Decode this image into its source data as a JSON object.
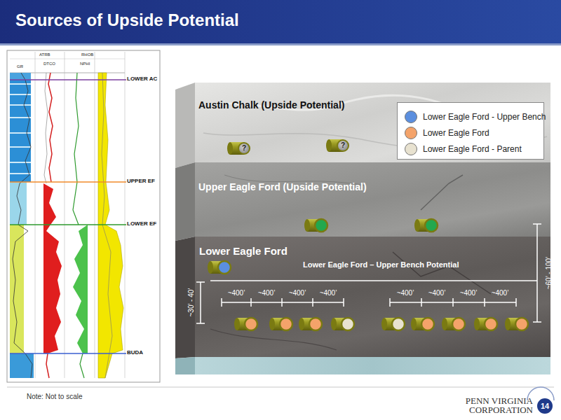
{
  "diagram": {
    "title": "Sources of Upside Potential",
    "nodes": [
      {
        "text": [
          "Austin Chalk (Upside Potential)"
        ]
      },
      {
        "text": [
          "?"
        ],
        "in": 0
      },
      {
        "text": [
          "?"
        ],
        "in": 0
      },
      {
        "text": [
          "Upper Eagle Ford (Upside Potential)"
        ]
      },
      {
        "text": [
          "Lower Eagle Ford",
          "Lower Eagle Ford – Upper Bench Potential"
        ]
      },
      {
        "text": [
          "14"
        ]
      }
    ],
    "labels": [
      "GR",
      "ATRB",
      "RHOB",
      "DTCO",
      "NPHI",
      "LOWER AC",
      "UPPER EF",
      "LOWER EF",
      "BUDA",
      "~30’ - 40’",
      "~60’ - 100’",
      "~400’",
      "~400’",
      "~400’",
      "~400’",
      "~400’",
      "~400’",
      "~400’",
      "~400’",
      "Note: Not to scale",
      "PENN VIRGINIA CORPORATION"
    ],
    "legend": [
      {
        "text": "Lower Eagle Ford - Upper Bench",
        "color": "#5b8fdf"
      },
      {
        "text": "Lower Eagle Ford",
        "color": "#f4a36a"
      },
      {
        "text": "Lower Eagle Ford - Parent",
        "color": "#e8e2d0"
      }
    ]
  }
}
